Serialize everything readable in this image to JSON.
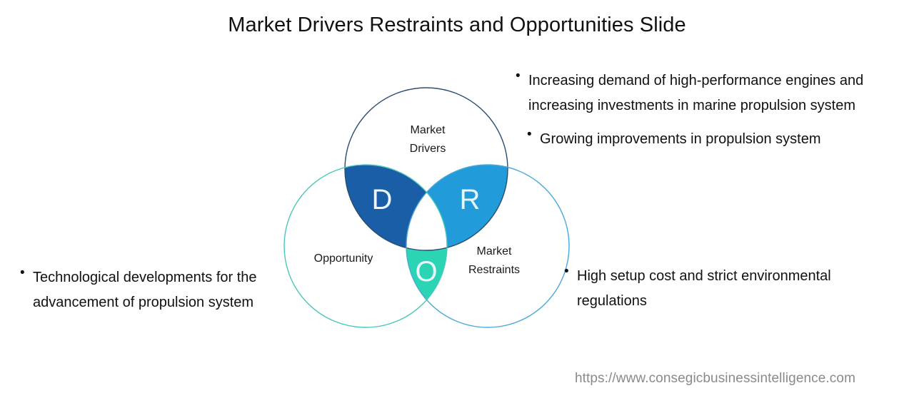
{
  "slide": {
    "title": "Market Drivers Restraints and Opportunities Slide",
    "footer_url": "https://www.consegicbusinessintelligence.com",
    "background_color": "#ffffff",
    "title_color": "#111111",
    "footer_color": "#8a8a8a"
  },
  "venn": {
    "circles": [
      {
        "id": "market-drivers",
        "label_line1": "Market",
        "label_line2": "Drivers",
        "outline_color": "#2b4c6f"
      },
      {
        "id": "opportunity",
        "label_line1": "Opportunity",
        "label_line2": "",
        "outline_color": "#49c8b7"
      },
      {
        "id": "market-restraints",
        "label_line1": "Market",
        "label_line2": "Restraints",
        "outline_color": "#4aa8d8"
      }
    ],
    "lenses": [
      {
        "id": "drivers-opportunity",
        "letter": "D",
        "fill_color": "#1b5ea8",
        "letter_color": "#eaf7ff"
      },
      {
        "id": "drivers-restraints",
        "letter": "R",
        "fill_color": "#219bd9",
        "letter_color": "#eaf7ff"
      },
      {
        "id": "opportunity-restraints",
        "letter": "O",
        "fill_color": "#2cd4b6",
        "letter_color": "#eaf7ff"
      }
    ]
  },
  "bullets": {
    "top_right": [
      {
        "marker": "•",
        "text": "Increasing demand of high-performance engines and increasing investments in marine propulsion system"
      },
      {
        "marker": "•",
        "text": "Growing improvements in propulsion system"
      }
    ],
    "bottom_left": [
      {
        "marker": "•",
        "text": "Technological developments for the advancement of propulsion system"
      }
    ],
    "bottom_right": [
      {
        "marker": "•",
        "text": "High setup cost and strict environmental regulations"
      }
    ]
  }
}
